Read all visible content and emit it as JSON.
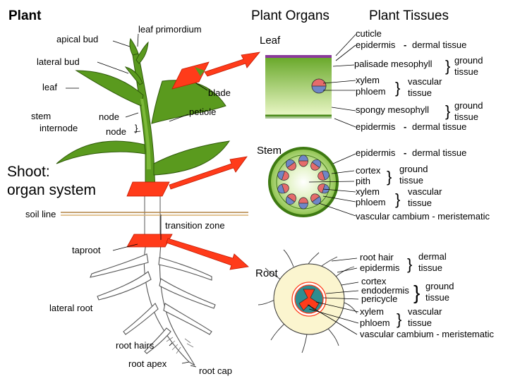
{
  "headings": {
    "plant": "Plant",
    "organs": "Plant Organs",
    "tissues": "Plant Tissues",
    "shoot_line1": "Shoot:",
    "shoot_line2": "organ system"
  },
  "plant_labels": {
    "apical_bud": "apical bud",
    "leaf_primordium": "leaf primordium",
    "lateral_bud": "lateral bud",
    "leaf": "leaf",
    "blade": "blade",
    "stem": "stem",
    "node1": "node",
    "node2": "node",
    "internode": "internode",
    "petiole": "petiole",
    "soil_line": "soil line",
    "transition_zone": "transition zone",
    "taproot": "taproot",
    "lateral_root": "lateral root",
    "root_hairs": "root hairs",
    "root_apex": "root apex",
    "root_cap": "root cap"
  },
  "organs": {
    "leaf": {
      "title": "Leaf",
      "cuticle": "cuticle",
      "epidermis_top": "epidermis",
      "dash1": "-",
      "dermal1": "dermal tissue",
      "palisade": "palisade mesophyll",
      "ground1": "ground",
      "tissue1": "tissue",
      "xylem": "xylem",
      "phloem": "phloem",
      "vascular": "vascular",
      "tissue2": "tissue",
      "spongy": "spongy mesophyll",
      "ground2": "ground",
      "tissue3": "tissue",
      "epidermis_bottom": "epidermis",
      "dash2": "-",
      "dermal2": "dermal tissue"
    },
    "stem": {
      "title": "Stem",
      "epidermis": "epidermis",
      "dash": "-",
      "dermal": "dermal tissue",
      "cortex": "cortex",
      "pith": "pith",
      "ground": "ground",
      "tissue1": "tissue",
      "xylem": "xylem",
      "phloem": "phloem",
      "vascular": "vascular",
      "tissue2": "tissue",
      "cambium": "vascular cambium - meristematic"
    },
    "root": {
      "title": "Root",
      "root_hair": "root hair",
      "epidermis": "epidermis",
      "dermal": "dermal",
      "tissue1": "tissue",
      "cortex": "cortex",
      "endodermis": "endodermis",
      "pericycle": "pericycle",
      "ground": "ground",
      "tissue2": "tissue",
      "xylem": "xylem",
      "phloem": "phloem",
      "vascular": "vascular",
      "tissue3": "tissue",
      "cambium": "vascular cambium - meristematic"
    }
  },
  "colors": {
    "plant_green": "#5a9a1e",
    "leaf_light": "#d0ec9e",
    "leaf_green": "#7db93a",
    "pointer_red": "#ff3b1a",
    "xylem_red": "#e56b6b",
    "phloem_blue": "#6f86c7",
    "root_cream": "#fbf5cf",
    "root_teal": "#2f8d90"
  }
}
